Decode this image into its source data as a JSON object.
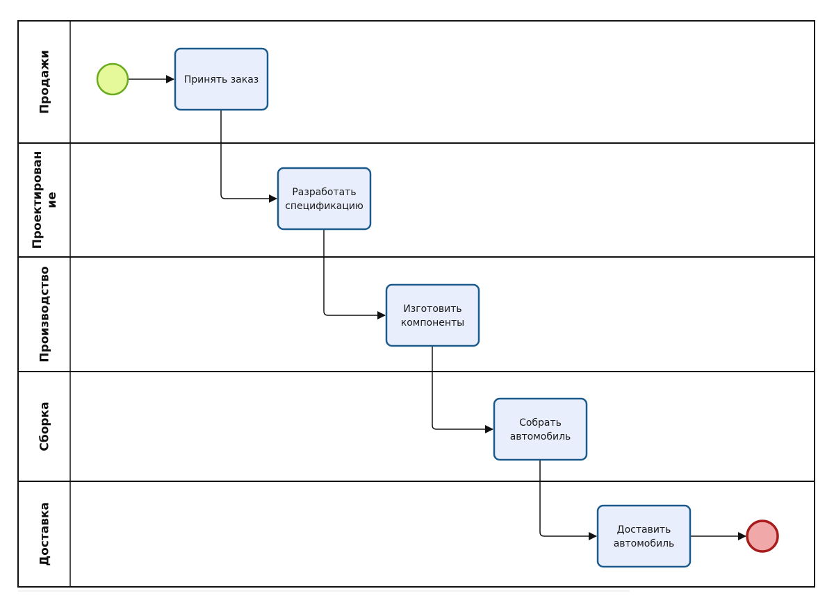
{
  "lanes": [
    {
      "label_lines": [
        "Продажи"
      ]
    },
    {
      "label_lines": [
        "Проектирован",
        "ие"
      ]
    },
    {
      "label_lines": [
        "Производство"
      ]
    },
    {
      "label_lines": [
        "Сборка"
      ]
    },
    {
      "label_lines": [
        "Доставка"
      ]
    }
  ],
  "tasks": [
    {
      "lines": [
        "Принять заказ"
      ]
    },
    {
      "lines": [
        "Разработать",
        "спецификацию"
      ]
    },
    {
      "lines": [
        "Изготовить",
        "компоненты"
      ]
    },
    {
      "lines": [
        "Собрать",
        "автомобиль"
      ]
    },
    {
      "lines": [
        "Доставить",
        "автомобиль"
      ]
    }
  ],
  "events": {
    "start": {
      "fill": "#e6f99a",
      "stroke": "#6aab20"
    },
    "end": {
      "fill": "#f0a8a8",
      "stroke": "#a81c1c"
    }
  },
  "colors": {
    "task_fill": "#e8eefb",
    "task_stroke": "#1c5a8c",
    "line": "#111111"
  }
}
